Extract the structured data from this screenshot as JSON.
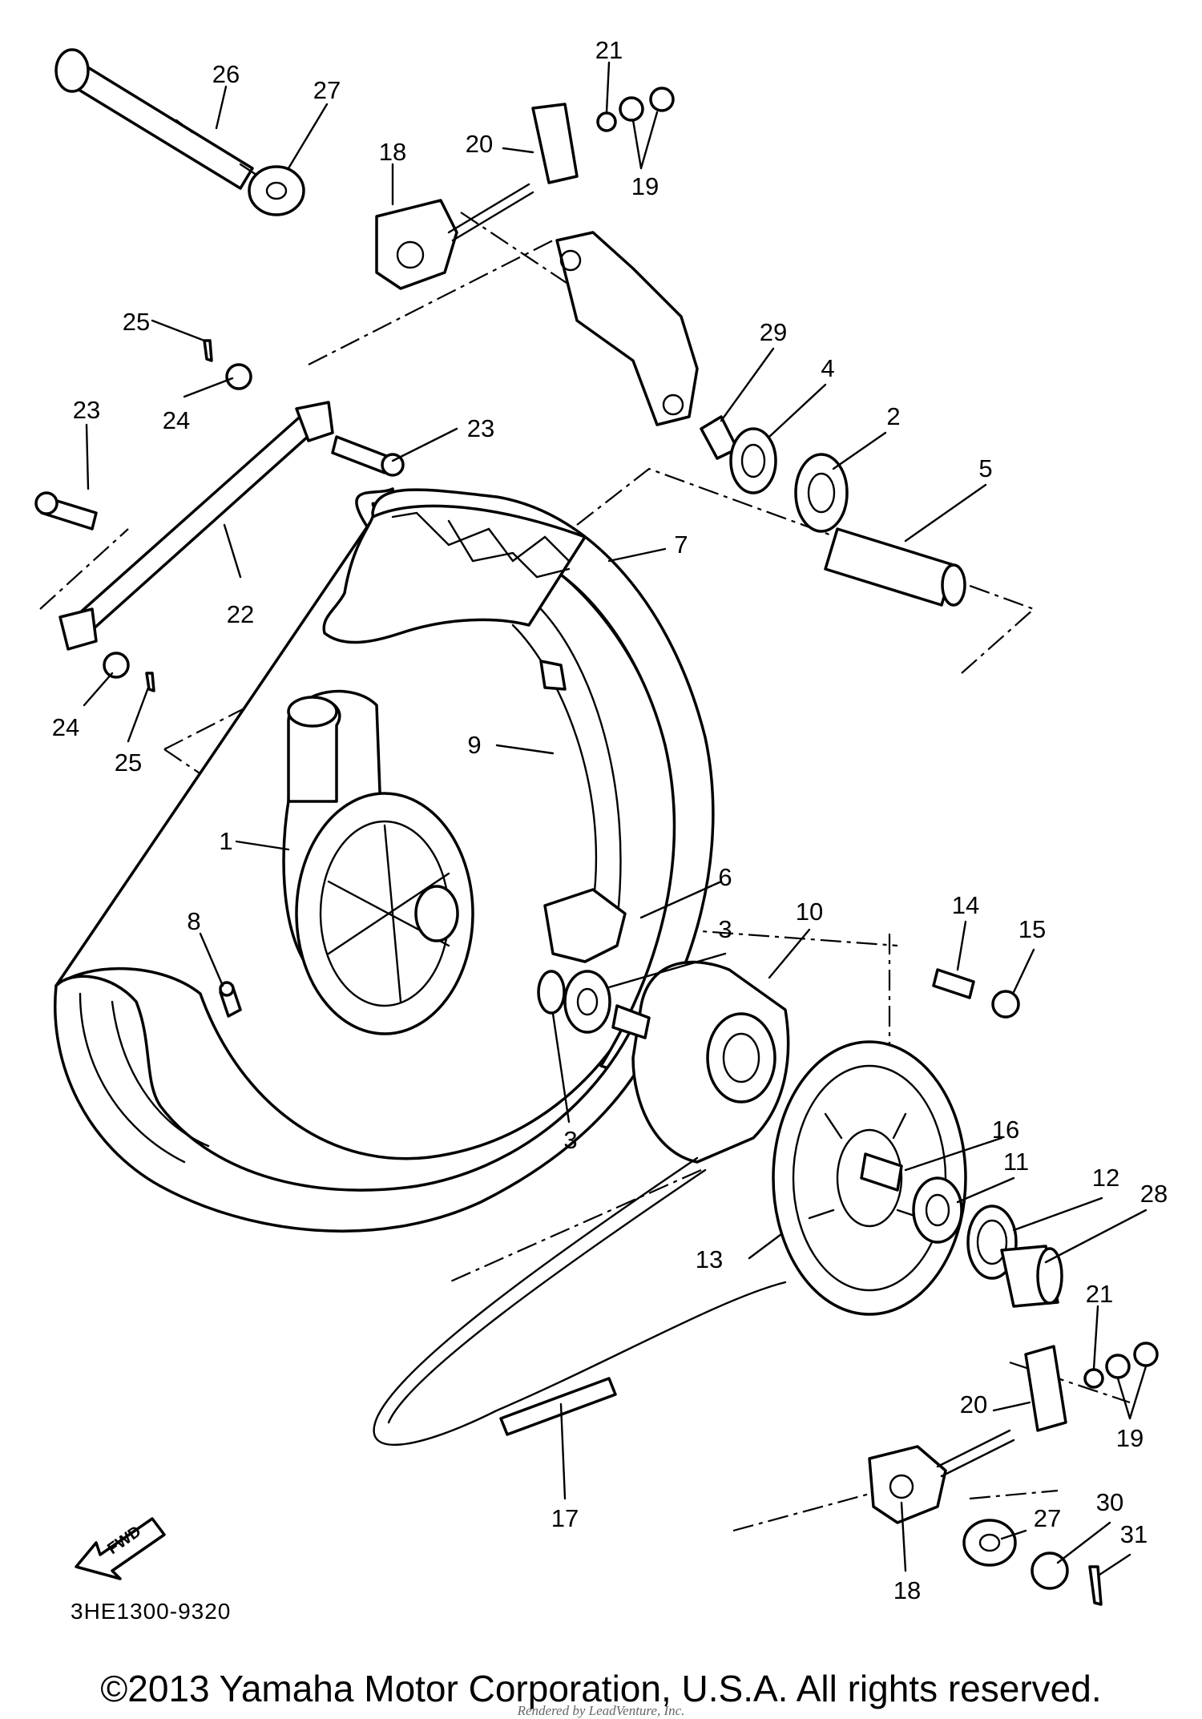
{
  "diagram": {
    "reference_code": "3HE1300-9320",
    "direction_label": "FWD",
    "copyright": "©2013 Yamaha Motor Corporation, U.S.A. All rights reserved.",
    "rendered_by": "Rendered by LeadVenture, Inc.",
    "part_numbers": [
      "1",
      "2",
      "3",
      "4",
      "5",
      "6",
      "7",
      "8",
      "9",
      "10",
      "11",
      "12",
      "13",
      "14",
      "15",
      "16",
      "17",
      "18",
      "19",
      "20",
      "21",
      "22",
      "23",
      "24",
      "25",
      "26",
      "27",
      "28",
      "29",
      "30",
      "31"
    ],
    "callouts": [
      {
        "id": "c26a",
        "label": "26"
      },
      {
        "id": "c27a",
        "label": "27"
      },
      {
        "id": "c21a",
        "label": "21"
      },
      {
        "id": "c20a",
        "label": "20"
      },
      {
        "id": "c19a",
        "label": "19"
      },
      {
        "id": "c18a",
        "label": "18"
      },
      {
        "id": "c25a",
        "label": "25"
      },
      {
        "id": "c24a",
        "label": "24"
      },
      {
        "id": "c23a",
        "label": "23"
      },
      {
        "id": "c23b",
        "label": "23"
      },
      {
        "id": "c29",
        "label": "29"
      },
      {
        "id": "c4",
        "label": "4"
      },
      {
        "id": "c2",
        "label": "2"
      },
      {
        "id": "c5",
        "label": "5"
      },
      {
        "id": "c7",
        "label": "7"
      },
      {
        "id": "c22",
        "label": "22"
      },
      {
        "id": "c24b",
        "label": "24"
      },
      {
        "id": "c25b",
        "label": "25"
      },
      {
        "id": "c9",
        "label": "9"
      },
      {
        "id": "c1",
        "label": "1"
      },
      {
        "id": "c6",
        "label": "6"
      },
      {
        "id": "c10",
        "label": "10"
      },
      {
        "id": "c3a",
        "label": "3"
      },
      {
        "id": "c8",
        "label": "8"
      },
      {
        "id": "c3b",
        "label": "3"
      },
      {
        "id": "c14",
        "label": "14"
      },
      {
        "id": "c15",
        "label": "15"
      },
      {
        "id": "c16",
        "label": "16"
      },
      {
        "id": "c11",
        "label": "11"
      },
      {
        "id": "c12",
        "label": "12"
      },
      {
        "id": "c28",
        "label": "28"
      },
      {
        "id": "c13",
        "label": "13"
      },
      {
        "id": "c21b",
        "label": "21"
      },
      {
        "id": "c20b",
        "label": "20"
      },
      {
        "id": "c19b",
        "label": "19"
      },
      {
        "id": "c17",
        "label": "17"
      },
      {
        "id": "c27b",
        "label": "27"
      },
      {
        "id": "c30",
        "label": "30"
      },
      {
        "id": "c31",
        "label": "31"
      },
      {
        "id": "c18b",
        "label": "18"
      }
    ]
  }
}
